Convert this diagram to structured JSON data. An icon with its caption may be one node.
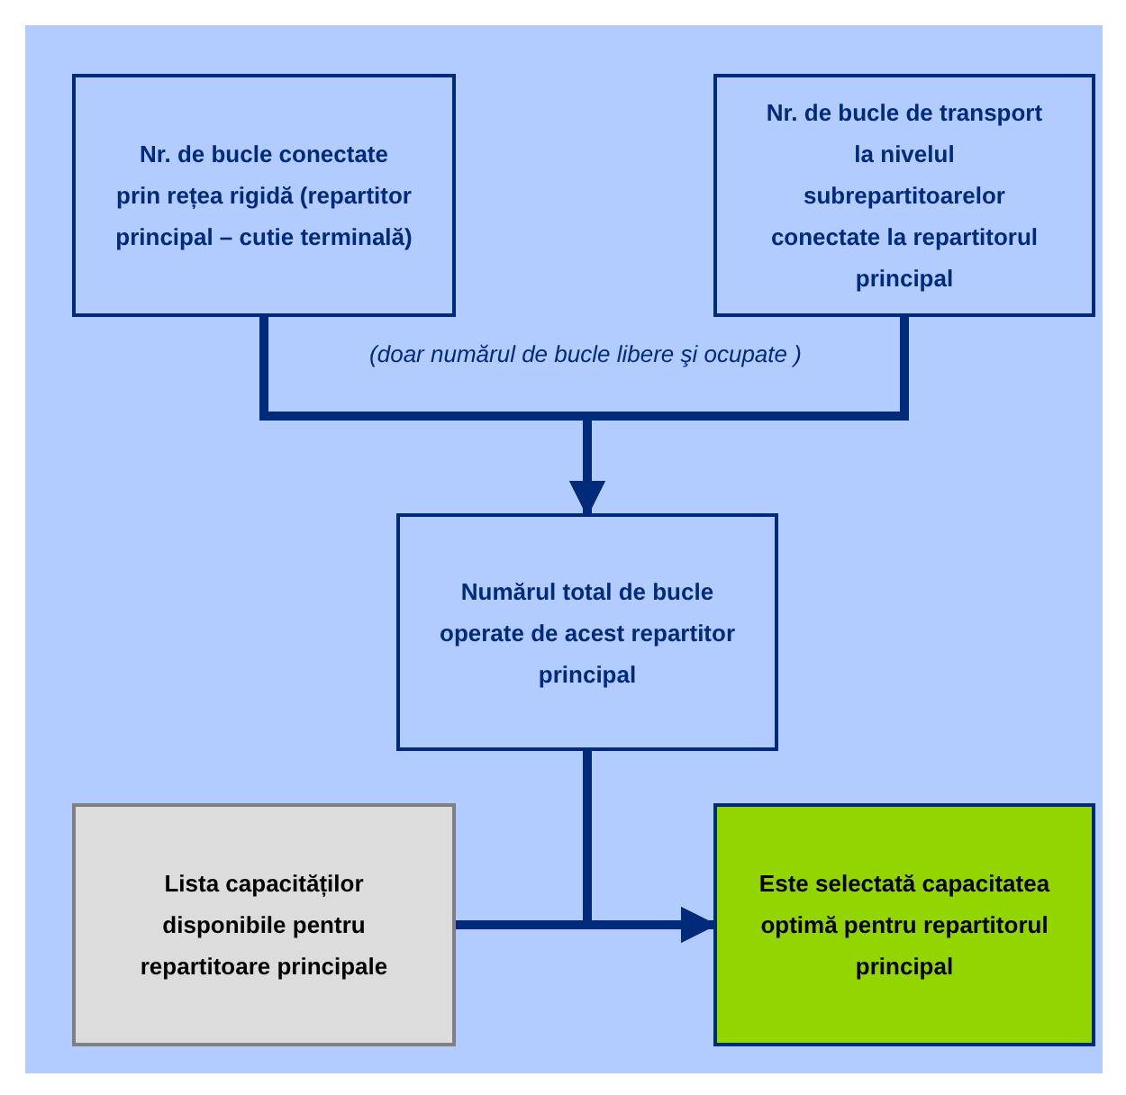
{
  "diagram": {
    "nodes": [
      {
        "text": [
          "Nr. de bucle conectate prin rețea rigidă (repartitor principal – cutie terminală)"
        ]
      },
      {
        "text": [
          "Nr. de bucle de transport la nivelul subrepartitoarelor conectate la repartitorul principal"
        ]
      },
      {
        "text": [
          "Numărul total de bucle operate de acest repartitor principal"
        ]
      },
      {
        "text": [
          "Lista capacităților disponibile pentru repartitoare principale"
        ]
      },
      {
        "text": [
          "Este selectată capacitatea optimă pentru repartitorul principal"
        ]
      }
    ],
    "edges": [
      {
        "from": 0,
        "to": 2,
        "arrow": "to"
      },
      {
        "from": 1,
        "to": 2,
        "arrow": "to"
      },
      {
        "from": 2,
        "to": 4,
        "arrow": "to"
      },
      {
        "from": 3,
        "to": 4,
        "arrow": "to"
      }
    ],
    "labels": [
      "(doar numărul de bucle libere şi ocupate )"
    ]
  }
}
